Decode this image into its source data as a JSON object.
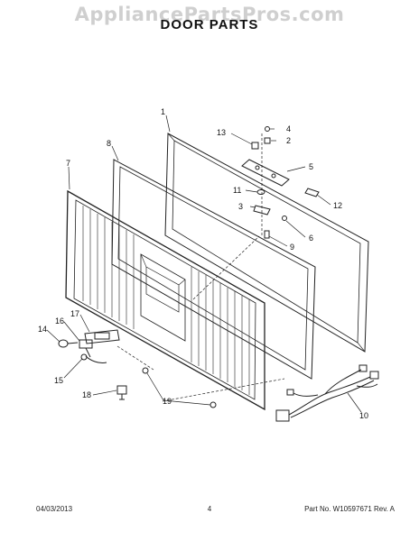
{
  "watermark": "AppliancePartsPros.com",
  "title": "DOOR PARTS",
  "callouts": {
    "c1": "1",
    "c2": "2",
    "c3": "3",
    "c4": "4",
    "c5": "5",
    "c6": "6",
    "c7": "7",
    "c8": "8",
    "c9": "9",
    "c10": "10",
    "c11": "11",
    "c12": "12",
    "c13": "13",
    "c14": "14",
    "c15": "15",
    "c16": "16",
    "c17": "17",
    "c18": "18",
    "c19": "19"
  },
  "footer": {
    "date": "04/03/2013",
    "page": "4",
    "part_number": "Part No.  W10597671  Rev.  A"
  }
}
